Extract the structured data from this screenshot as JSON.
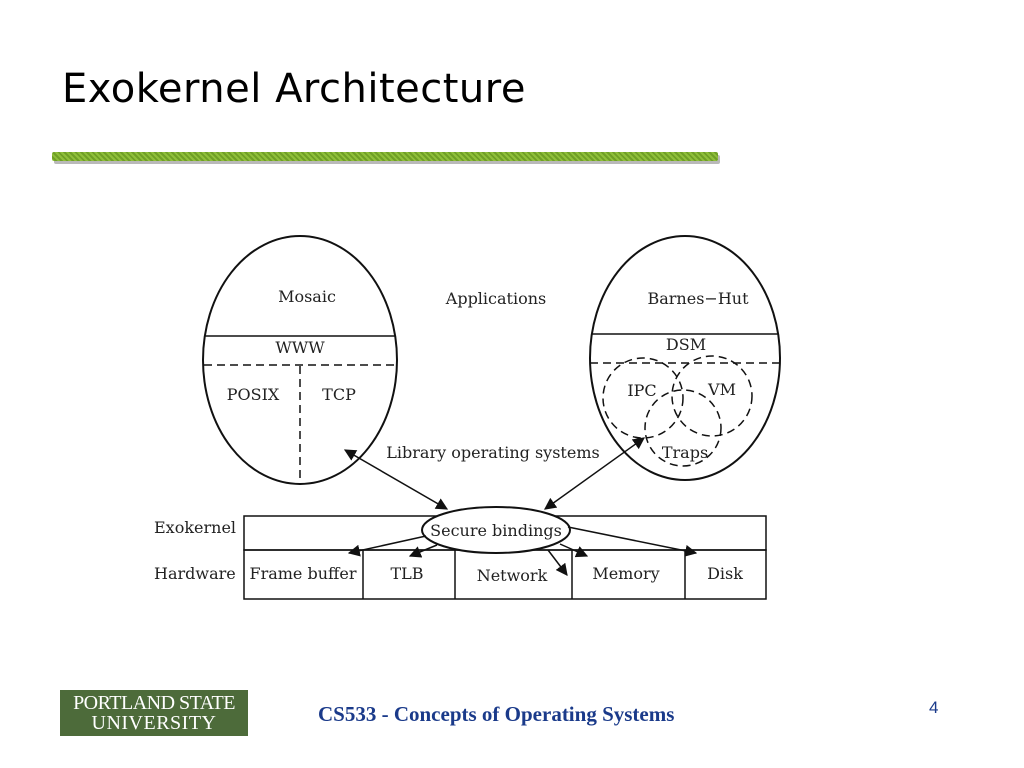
{
  "slide": {
    "title": "Exokernel Architecture",
    "page_number": "4"
  },
  "diagram": {
    "left_app": {
      "top_label": "Mosaic",
      "middle_label": "WWW",
      "bottom_left_label": "POSIX",
      "bottom_right_label": "TCP"
    },
    "right_app": {
      "top_label": "Barnes−Hut",
      "middle_label": "DSM",
      "circle_ipc": "IPC",
      "circle_vm": "VM",
      "circle_traps": "Traps"
    },
    "applications_label": "Applications",
    "libos_label": "Library operating systems",
    "exokernel_label": "Exokernel",
    "hardware_label": "Hardware",
    "secure_bindings": "Secure bindings",
    "hardware_cells": [
      "Frame buffer",
      "TLB",
      "Network",
      "Memory",
      "Disk"
    ]
  },
  "footer": {
    "logo_line1": "PORTLAND STATE",
    "logo_line2": "UNIVERSITY",
    "course": "CS533 - Concepts of Operating Systems"
  },
  "colors": {
    "accent_green": "#7fb030",
    "footer_blue": "#1a3a8a",
    "logo_green": "#4d6b3a"
  }
}
